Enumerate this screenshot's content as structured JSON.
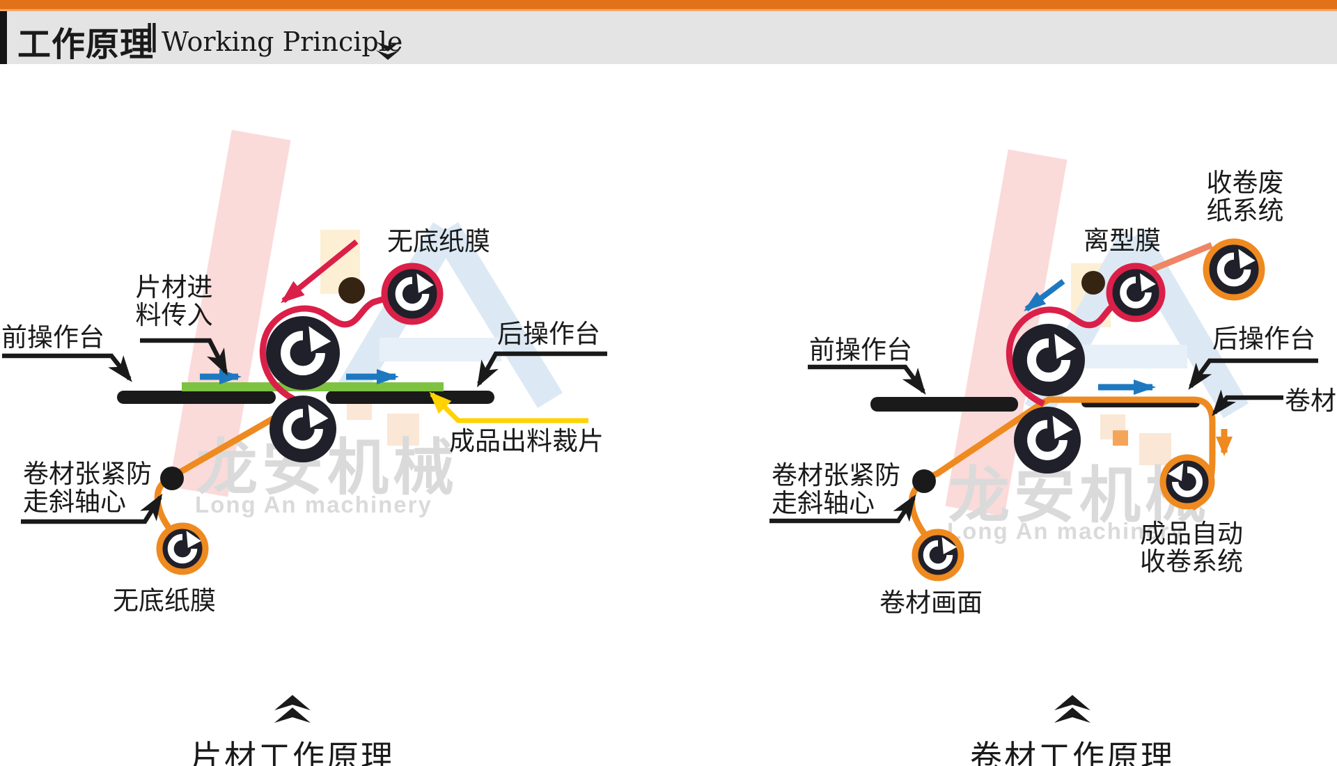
{
  "header": {
    "title_cn": "工作原理",
    "divider": "‖",
    "title_en": "Working Principle"
  },
  "watermark": {
    "cn": "龙安机械",
    "en": "Long An machinery"
  },
  "left_diagram": {
    "caption": "片材工作原理",
    "labels": {
      "film_roll_top": "无底纸膜",
      "sheet_feed_line1": "片材进",
      "sheet_feed_line2": "料传入",
      "front_table": "前操作台",
      "rear_table": "后操作台",
      "output": "成品出料裁片",
      "tension_line1": "卷材张紧防",
      "tension_line2": "走斜轴心",
      "film_roll_bottom": "无底纸膜"
    }
  },
  "right_diagram": {
    "caption": "卷材工作原理",
    "labels": {
      "waste_rewind_line1": "收卷废",
      "waste_rewind_line2": "纸系统",
      "release_film": "离型膜",
      "front_table": "前操作台",
      "rear_table": "后操作台",
      "web": "卷材",
      "tension_line1": "卷材张紧防",
      "tension_line2": "走斜轴心",
      "product_rewind_line1": "成品自动",
      "product_rewind_line2": "收卷系统",
      "web_picture": "卷材画面"
    }
  },
  "colors": {
    "header_orange": "#E2711A",
    "band_gray": "#E4E4E4",
    "crimson_film": "#DA2048",
    "salmon_waste": "#EF8566",
    "orange_web": "#EE8A1F",
    "green_sheet": "#7EC242",
    "blue_arrow": "#1E78C0",
    "yellow_leader": "#FFD200",
    "roller_black": "#20202A"
  }
}
